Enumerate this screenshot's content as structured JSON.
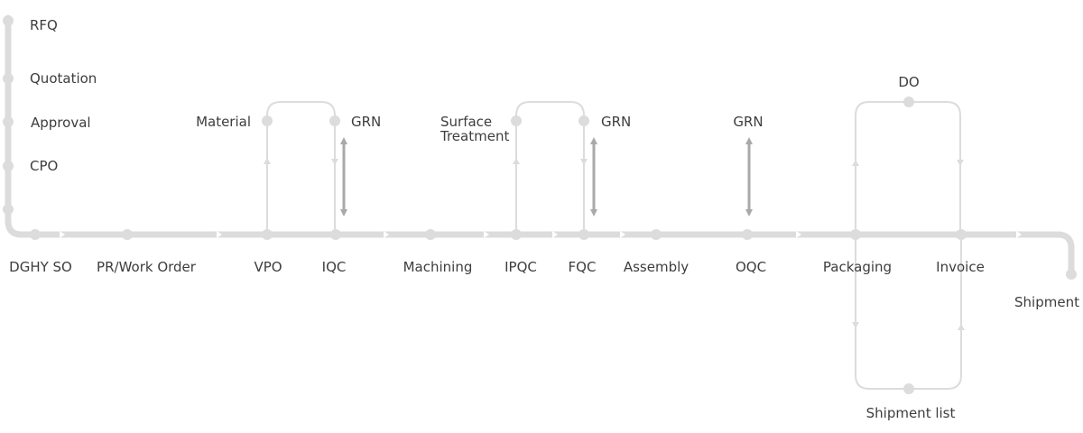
{
  "nodes": {
    "rfq": "RFQ",
    "quotation": "Quotation",
    "approval": "Approval",
    "cpo": "CPO",
    "dghy_so": "DGHY SO",
    "pr_work_order": "PR/Work Order",
    "vpo": "VPO",
    "iqc": "IQC",
    "machining": "Machining",
    "ipqc": "IPQC",
    "fqc": "FQC",
    "assembly": "Assembly",
    "oqc": "OQC",
    "packaging": "Packaging",
    "invoice": "Invoice",
    "shipment": "Shipment",
    "material": "Material",
    "grn_1": "GRN",
    "surface_treatment_1": "Surface",
    "surface_treatment_2": "Treatment",
    "grn_2": "GRN",
    "grn_3": "GRN",
    "do": "DO",
    "shipment_list": "Shipment list"
  },
  "colors": {
    "line": "#dcdcdc",
    "node": "#dcdcdc",
    "arrow_dark": "#a9a9a9",
    "text": "#3d3d3d"
  }
}
